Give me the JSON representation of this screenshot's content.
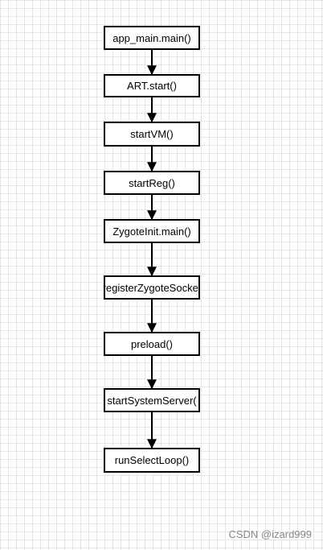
{
  "diagram": {
    "nodes": [
      {
        "id": "n1",
        "label": "app_main.main()"
      },
      {
        "id": "n2",
        "label": "ART.start()"
      },
      {
        "id": "n3",
        "label": "startVM()"
      },
      {
        "id": "n4",
        "label": "startReg()"
      },
      {
        "id": "n5",
        "label": "ZygoteInit.main()"
      },
      {
        "id": "n6",
        "label": "registerZygoteSocket"
      },
      {
        "id": "n7",
        "label": "preload()"
      },
      {
        "id": "n8",
        "label": "startSystemServer("
      },
      {
        "id": "n9",
        "label": "runSelectLoop()"
      }
    ],
    "edges": [
      {
        "from": "n1",
        "to": "n2"
      },
      {
        "from": "n2",
        "to": "n3"
      },
      {
        "from": "n3",
        "to": "n4"
      },
      {
        "from": "n4",
        "to": "n5"
      },
      {
        "from": "n5",
        "to": "n6"
      },
      {
        "from": "n6",
        "to": "n7"
      },
      {
        "from": "n7",
        "to": "n8"
      },
      {
        "from": "n8",
        "to": "n9"
      }
    ],
    "colors": {
      "stroke": "#000000",
      "fill": "#ffffff",
      "grid": "#e6e6e6"
    }
  },
  "watermark": "CSDN @izard999"
}
